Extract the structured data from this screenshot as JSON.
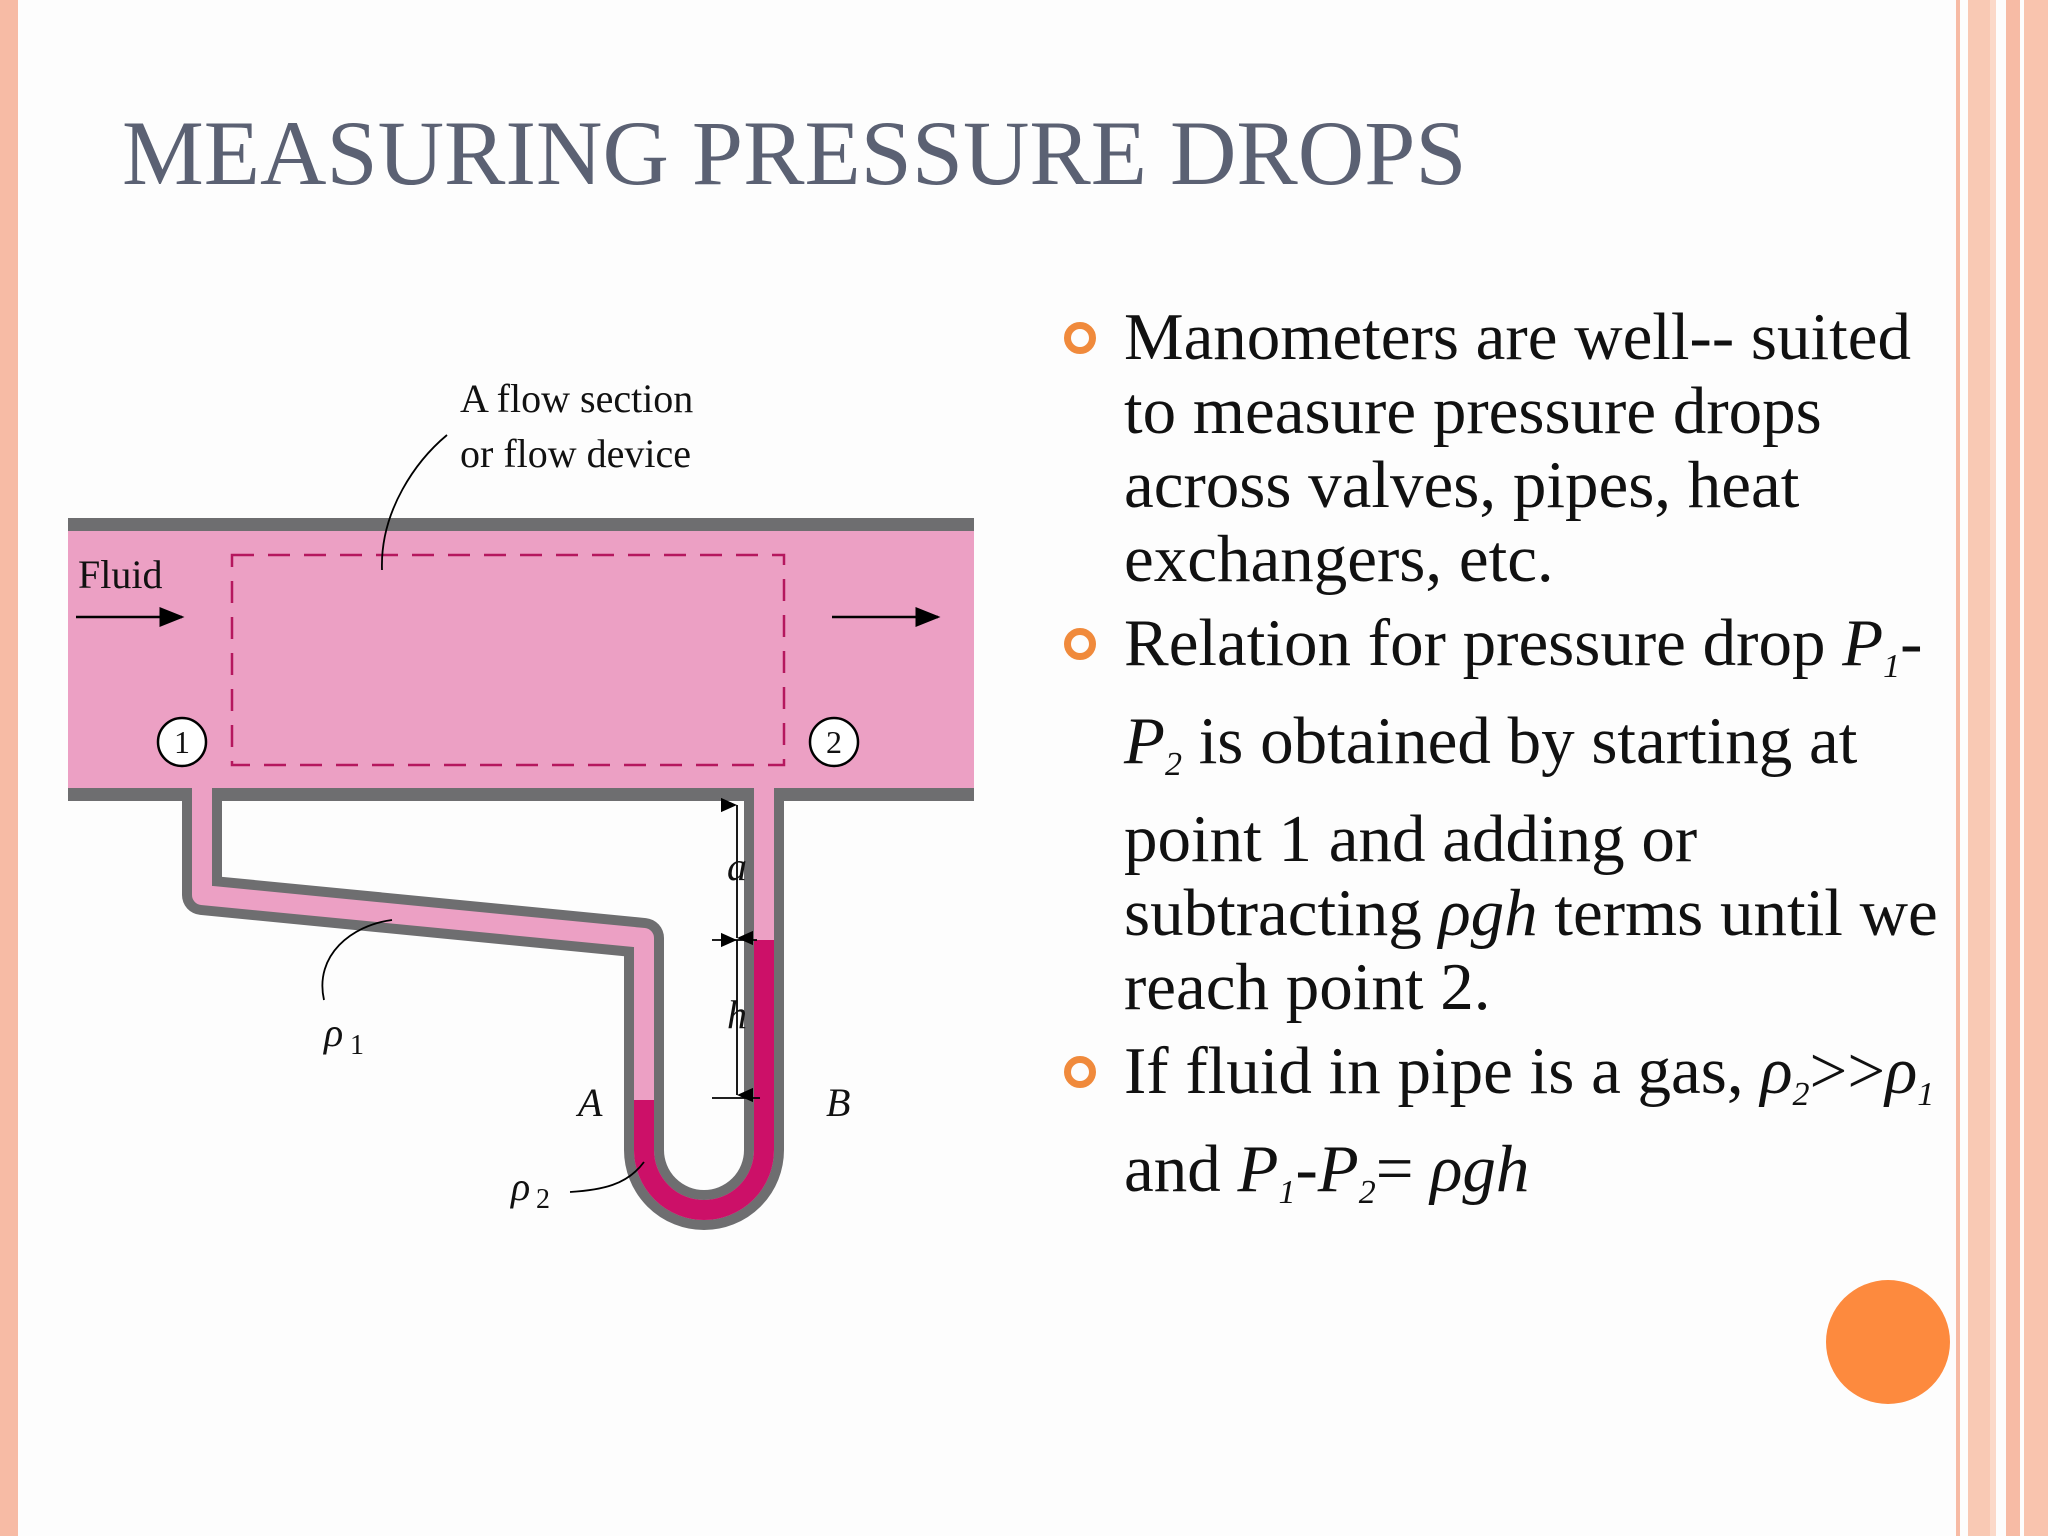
{
  "slide": {
    "title": "MEASURING PRESSURE DROPS",
    "colors": {
      "border": "#f7bba5",
      "accent_orange": "#fd8a3e",
      "title_gray": "#5b6173",
      "fluid_pink": "#eca0c4",
      "manometer_magenta": "#cc1068",
      "pipe_wall": "#6e6e70"
    }
  },
  "diagram": {
    "label_flow_line1": "A flow section",
    "label_flow_line2": "or flow device",
    "label_fluid": "Fluid",
    "point_1": "1",
    "point_2": "2",
    "label_rho1": "ρ",
    "label_rho1_sub": "1",
    "label_rho2": "ρ",
    "label_rho2_sub": "2",
    "label_a": "a",
    "label_h": "h",
    "label_A": "A",
    "label_B": "B"
  },
  "bullets": {
    "b1": "Manometers are well-- suited to measure pressure drops across valves, pipes, heat exchangers, etc.",
    "b2": {
      "t1": "Relation for pressure drop ",
      "p": "P",
      "s1": "1",
      "dash": "-",
      "s2": "2",
      "t2": " is obtained by starting at point 1 and adding or subtracting ",
      "rgh": "ρgh",
      "t3": " terms until we reach point 2."
    },
    "b3": {
      "t1": "If fluid in pipe is a gas, ",
      "rho": "ρ",
      "s2": "2",
      "gg": ">>",
      "s1": "1",
      "and": " and ",
      "p": "P",
      "eq": "= ",
      "rgh": "ρgh"
    }
  }
}
